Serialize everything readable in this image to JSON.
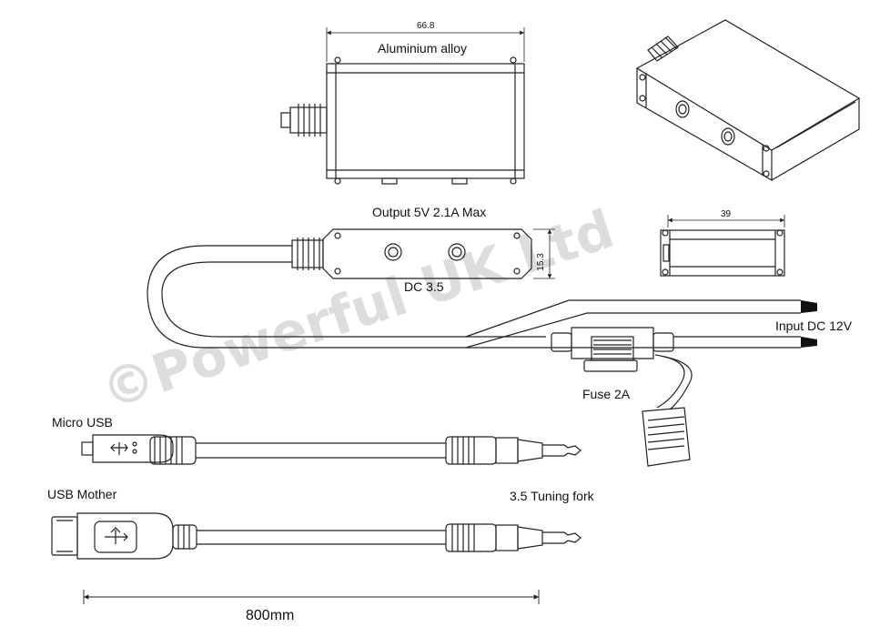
{
  "labels": {
    "top_dim": "66.8",
    "material": "Aluminium alloy",
    "output": "Output 5V 2.1A Max",
    "side_dim": "15.3",
    "dc": "DC 3.5",
    "width_dim": "39",
    "input": "Input DC 12V",
    "fuse": "Fuse 2A",
    "micro_usb": "Micro USB",
    "usb_mother": "USB Mother",
    "tuning_fork": "3.5 Tuning fork",
    "length": "800mm"
  },
  "watermark": "©Powerful UK Ltd",
  "colors": {
    "line": "#222222",
    "wire_tip": "#111111",
    "watermark": "#d8d8d8"
  }
}
